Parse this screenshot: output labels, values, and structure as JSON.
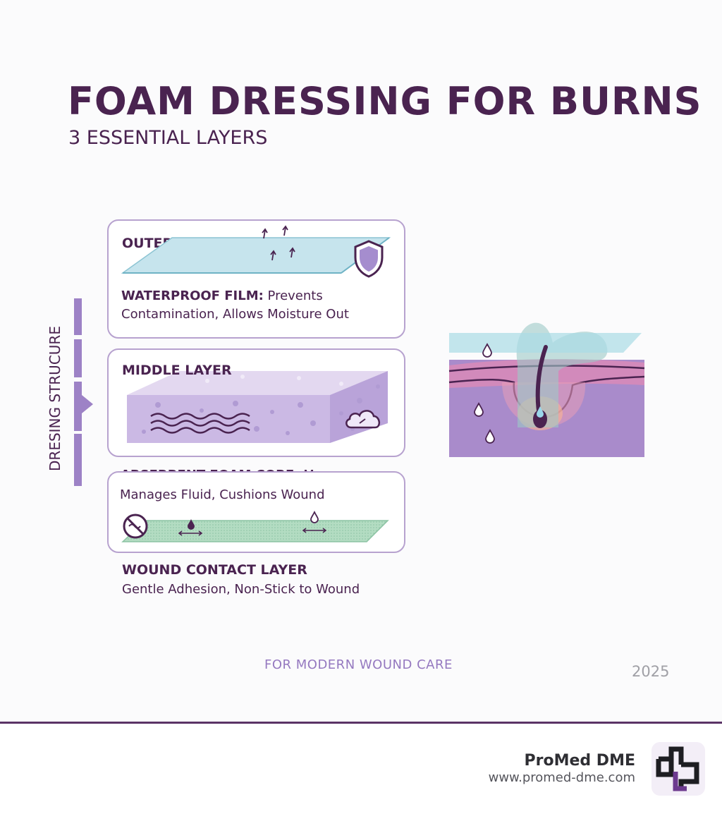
{
  "title": "FOAM DRESSING FOR BURNS",
  "subtitle": "3 ESSENTIAL LAYERS",
  "side_label": "DRESING STRUCURE",
  "layers": [
    {
      "heading": "OUTER LAYER",
      "desc_bold": "WATERPROOF FILM:",
      "desc_line1": " Prevents",
      "desc_line2": "Contamination, Allows Moisture Out"
    },
    {
      "heading": "MIDDLE LAYER",
      "desc_bold": "ABSERBENT FOAM CORE:",
      "desc_line1": " Manages",
      "desc_line2": "Manages Fluid, Cushions Wound"
    },
    {
      "heading": "WOUND CONTACT LAYER",
      "desc_line2": "Gentle Adhesion, Non-Stick to Wound"
    }
  ],
  "footer_tag": "FOR MODERN WOUND CARE",
  "year": "2025",
  "brand": {
    "name": "ProMed DME",
    "url": "www.promed-dme.com"
  },
  "colors": {
    "primary": "#4a2350",
    "accent": "#9579c0",
    "foam": "#c9b8e2",
    "film": "#bfe2ea",
    "contact": "#a8d8b8"
  }
}
